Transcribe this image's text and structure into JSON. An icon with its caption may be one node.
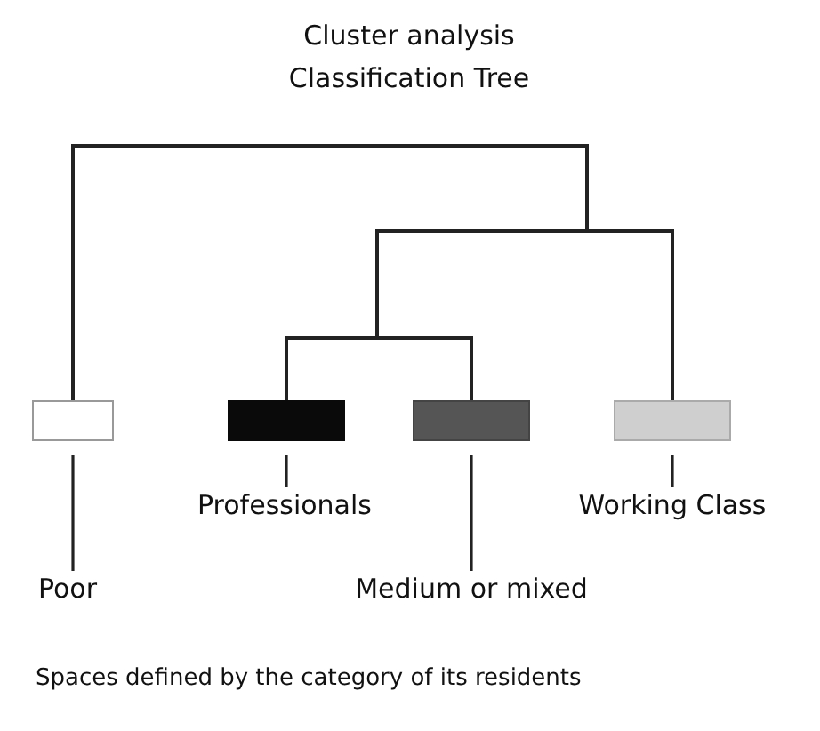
{
  "diagram": {
    "title": "Cluster analysis Classification Tree",
    "nodes": [
      {
        "text": [],
        "shape": "box"
      },
      {
        "text": [],
        "shape": "box"
      },
      {
        "text": [],
        "shape": "box"
      },
      {
        "text": [],
        "shape": "box"
      },
      {
        "text": [
          "Professionals"
        ]
      },
      {
        "text": [
          "Working Class"
        ]
      },
      {
        "text": [
          "Poor"
        ]
      },
      {
        "text": [
          "Medium or mixed"
        ]
      }
    ],
    "edges": [
      {
        "from": 4,
        "to": 1,
        "arrow": "none"
      },
      {
        "from": 5,
        "to": 3,
        "arrow": "none"
      },
      {
        "from": 6,
        "to": 0,
        "arrow": "none"
      },
      {
        "from": 7,
        "to": 2,
        "arrow": "none"
      }
    ],
    "caption": "Spaces defined by the category of its residents"
  }
}
